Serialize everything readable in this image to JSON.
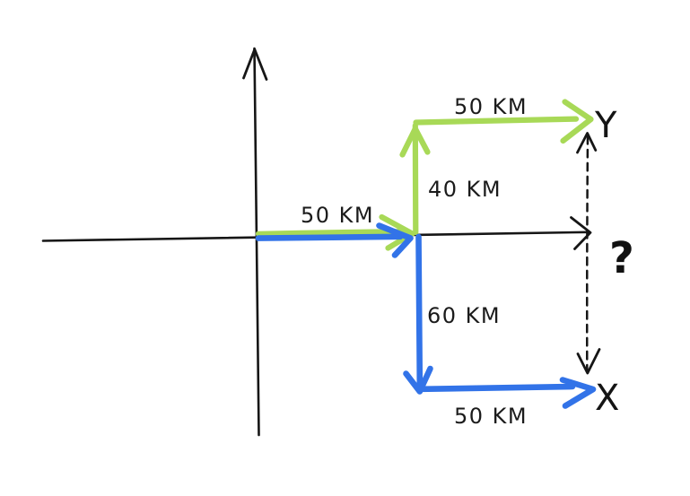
{
  "scene": {
    "background_color": "#ffffff",
    "ink_color": "#161616",
    "journey_y_color": "#a8d957",
    "journey_x_color": "#3273e8"
  },
  "labels": {
    "shared_east_leg": "50 KM",
    "north_leg": "40 KM",
    "top_east_leg": "50 KM",
    "south_leg": "60 KM",
    "bottom_east_leg": "50 KM",
    "point_y": "Y",
    "point_x": "X",
    "unknown_distance": "?"
  }
}
